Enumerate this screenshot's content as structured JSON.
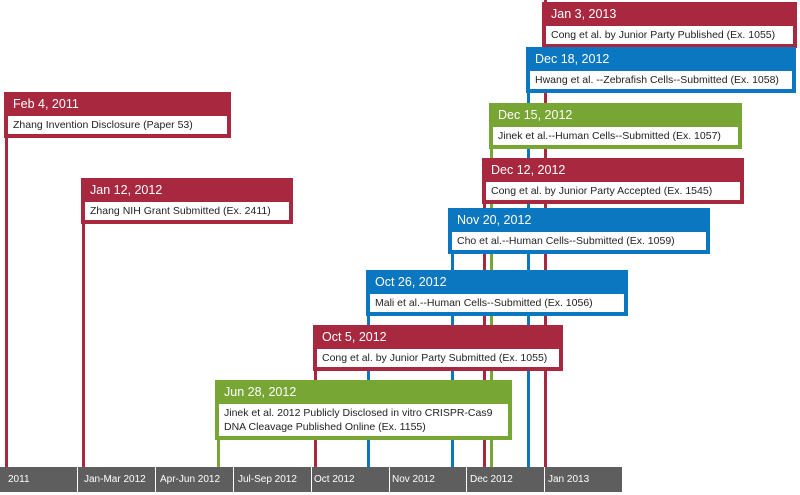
{
  "events": [
    {
      "date": "Jan 3, 2013",
      "text": "Cong et al. by Junior Party Published (Ex. 1055)",
      "color": "red"
    },
    {
      "date": "Dec 18, 2012",
      "text": "Hwang et al. --Zebrafish Cells--Submitted (Ex. 1058)",
      "color": "blue"
    },
    {
      "date": "Dec 15, 2012",
      "text": "Jinek et al.--Human Cells--Submitted (Ex. 1057)",
      "color": "green"
    },
    {
      "date": "Dec 12, 2012",
      "text": "Cong et al. by Junior Party Accepted (Ex. 1545)",
      "color": "red"
    },
    {
      "date": "Nov 20, 2012",
      "text": "Cho et al.--Human Cells--Submitted (Ex. 1059)",
      "color": "blue"
    },
    {
      "date": "Oct 26, 2012",
      "text": "Mali et al.--Human Cells--Submitted (Ex. 1056)",
      "color": "blue"
    },
    {
      "date": "Oct 5, 2012",
      "text": "Cong et al. by Junior Party Submitted (Ex. 1055)",
      "color": "red"
    },
    {
      "date": "Jun 28, 2012",
      "text_line1": "Jinek et al. 2012 Publicly Disclosed in vitro  CRISPR-Cas9",
      "text_line2": "DNA Cleavage Published Online (Ex. 1155)",
      "color": "green"
    },
    {
      "date": "Jan 12, 2012",
      "text": "Zhang NIH Grant Submitted (Ex. 2411)",
      "color": "red"
    },
    {
      "date": "Feb 4, 2011",
      "text": "Zhang Invention Disclosure (Paper 53)",
      "color": "red"
    }
  ],
  "axis": {
    "labels": [
      "2011",
      "Jan-Mar 2012",
      "Apr-Jun 2012",
      "Jul-Sep 2012",
      "Oct 2012",
      "Nov 2012",
      "Dec 2012",
      "Jan 2013"
    ]
  },
  "colors": {
    "red": "#A8283F",
    "blue": "#0B77C0",
    "green": "#77A634",
    "axis": "#5E5E5E"
  }
}
